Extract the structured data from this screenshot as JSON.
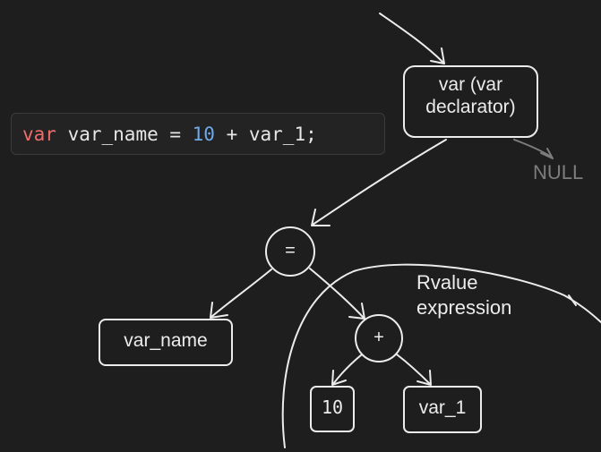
{
  "code": {
    "keyword": "var",
    "rest_before_number": " var_name = ",
    "number": "10",
    "rest_after_number": " + var_1;"
  },
  "nodes": {
    "var_declarator": "var (var\ndeclarator)",
    "null_label": "NULL",
    "assign_op": "=",
    "var_name": "var_name",
    "plus_op": "+",
    "literal": "10",
    "var_1": "var_1"
  },
  "annotations": {
    "rvalue": "Rvalue\nexpression"
  },
  "colors": {
    "background": "#1e1e1e",
    "stroke": "#ececec",
    "muted": "#7d7d7d",
    "keyword": "#ef6c6c",
    "number": "#6ea9ea"
  }
}
